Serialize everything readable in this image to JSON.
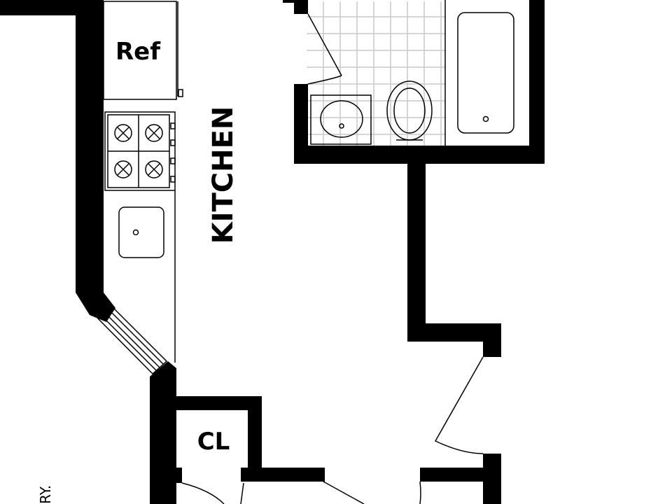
{
  "labels": {
    "refrigerator": "Ref",
    "kitchen": "KITCHEN",
    "closet": "CL",
    "edge_note": "RY."
  },
  "colors": {
    "wall": "#000000",
    "background": "#ffffff",
    "tile_grid": "#c8c8c8"
  }
}
